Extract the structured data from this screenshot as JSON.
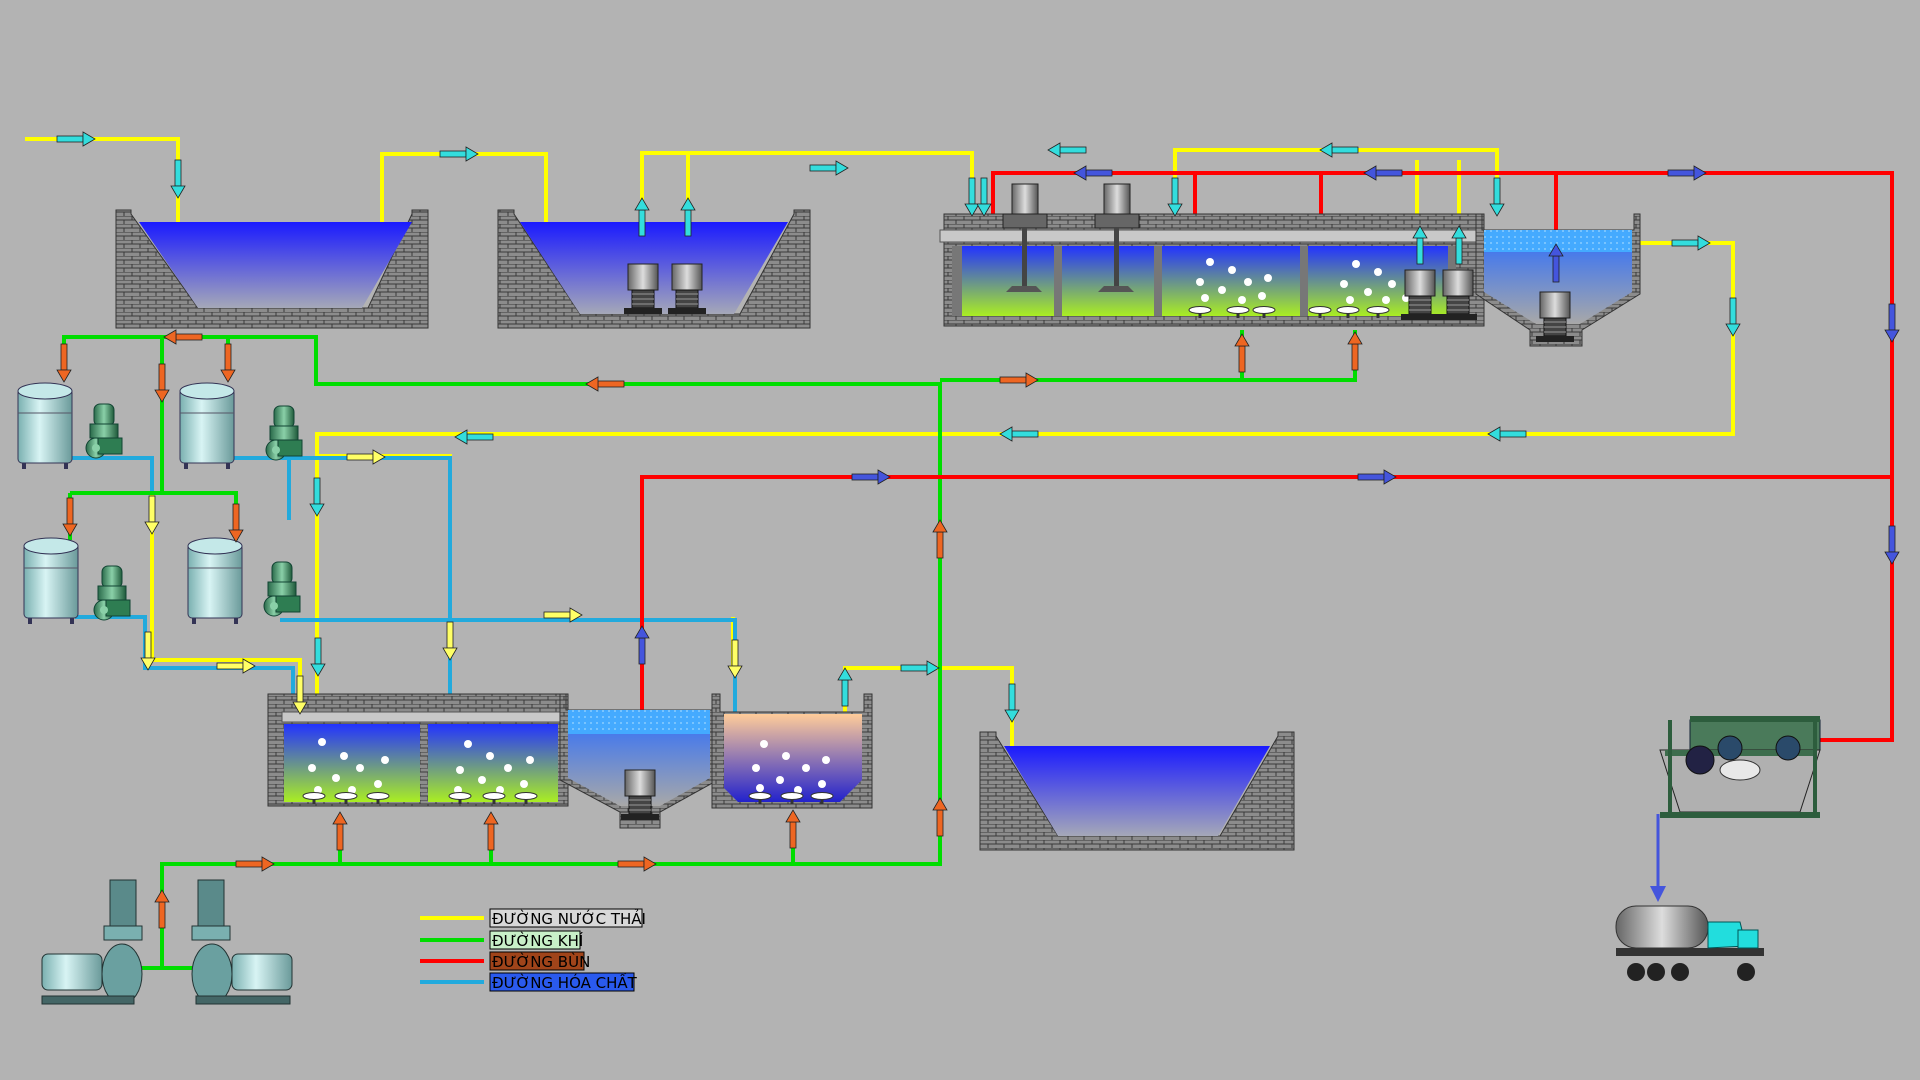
{
  "diagram": {
    "background": "#b3b3b3",
    "colors": {
      "wastewater": "#ffff00",
      "air": "#00dd00",
      "sludge": "#ff0000",
      "chemical": "#22aadd",
      "arrow_cyan": "#33dddd",
      "arrow_orange": "#ee6622",
      "arrow_blue": "#4455dd",
      "arrow_yellow": "#ffff66",
      "water_top": "#1a1aff",
      "water_bottom": "#9aa0b0",
      "bio_top": "#2233ff",
      "bio_bottom": "#aaee22",
      "wall": "#8a8a8a"
    },
    "legend": {
      "items": [
        {
          "label": "ĐƯỜNG NƯỚC THẢI",
          "line_color": "#ffff00",
          "box_color": "#d8d8d8",
          "text_color": "#000000"
        },
        {
          "label": "ĐƯỜNG KHÍ",
          "line_color": "#00dd00",
          "box_color": "#c8f0c8",
          "text_color": "#000000"
        },
        {
          "label": "ĐƯỜNG BÙN",
          "line_color": "#ff0000",
          "box_color": "#a0441a",
          "text_color": "#000000"
        },
        {
          "label": "ĐƯỜNG HÓA CHẤT",
          "line_color": "#22aadd",
          "box_color": "#2a5aee",
          "text_color": "#000000"
        }
      ]
    },
    "equipment": [
      "equalization-tank-icon",
      "collection-tank-icon",
      "anoxic-aerobic-tank-icon",
      "settling-tank-icon",
      "chemical-tank-icon",
      "dosing-pump-icon",
      "air-blower-icon",
      "sludge-press-icon",
      "sludge-truck-icon",
      "clean-water-tank-icon"
    ]
  }
}
